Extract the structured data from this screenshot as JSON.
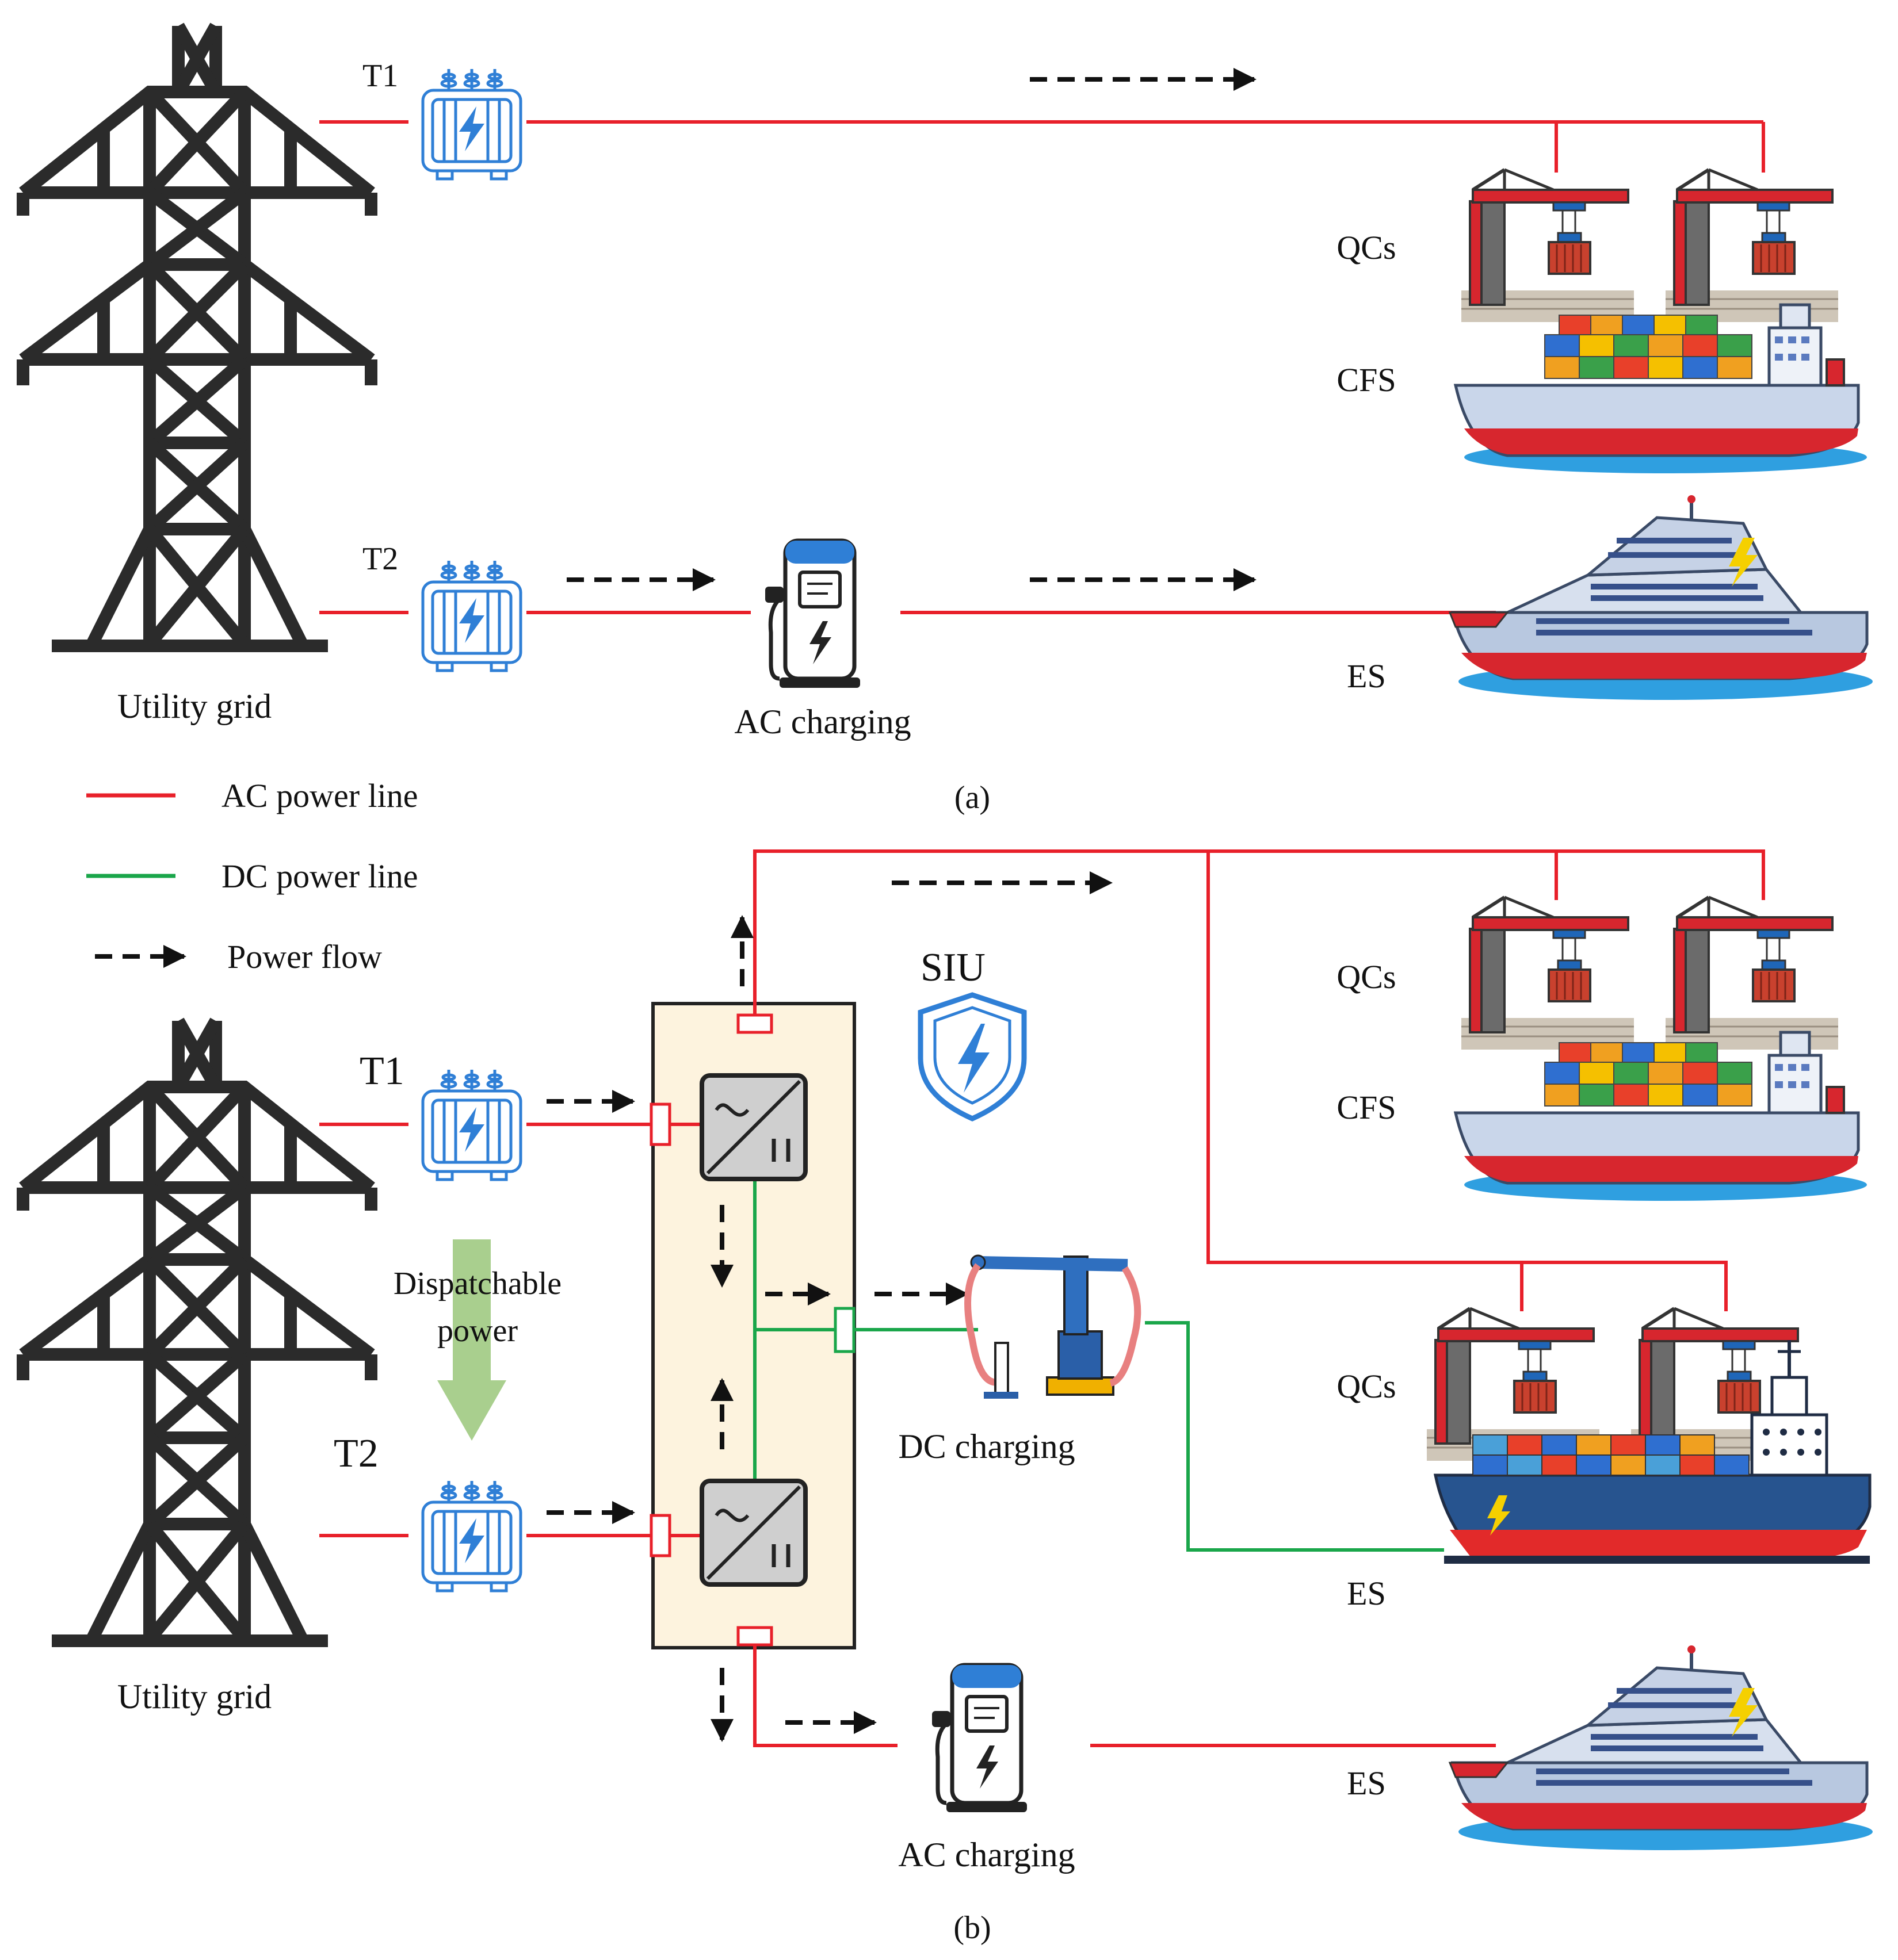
{
  "labels": {
    "t1": "T1",
    "t2": "T2",
    "utility_grid": "Utility grid",
    "ac_charging": "AC charging",
    "dc_charging": "DC charging",
    "qcs": "QCs",
    "cfs": "CFS",
    "es": "ES",
    "siu": "SIU",
    "dispatchable_power": [
      "Dispatchable",
      "power"
    ],
    "panel_a": "(a)",
    "panel_b": "(b)"
  },
  "legend": {
    "ac_line": "AC power line",
    "dc_line": "DC power line",
    "power_flow": "Power flow"
  },
  "colors": {
    "ac_line": "#e8202a",
    "dc_line": "#1aa64a",
    "power_flow": "#111111",
    "transformer": "#2f7fd6",
    "siu_box": "#fdf3de",
    "dispatch_arrow": "#a9cf8e",
    "tower": "#2b2b2b"
  },
  "icons": {
    "tower": "transmission-tower-icon",
    "transformer": "transformer-icon",
    "charger": "ev-charger-icon",
    "crane": "quay-crane-icon",
    "ship": "container-ship-icon",
    "shield": "shield-bolt-icon",
    "converter": "ac-dc-converter-icon",
    "dc_charger": "dc-charging-arm-icon"
  }
}
